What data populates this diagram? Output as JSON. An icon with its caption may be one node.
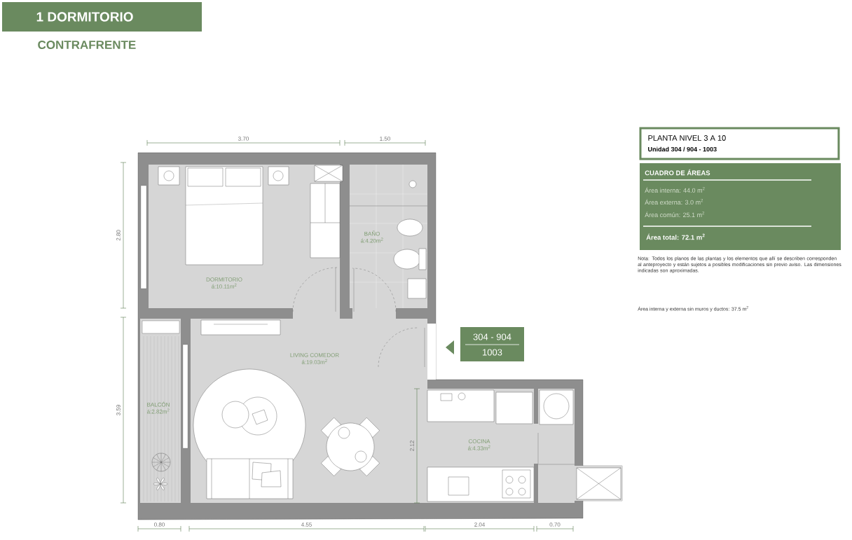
{
  "diagram": {
    "title": "1 DORMITORIO",
    "nodes": [
      {
        "text": [
          "PLANTA NIVEL 3 A 10",
          "Unidad 304 / 904 - 1003"
        ]
      },
      {
        "text": [
          "CUADRO DE ÁREAS",
          "Área interna: 44.0 m$^{2}$",
          "Área externa: 3.0 m$^{2}$",
          "Área común: 25.1 m$^{2}$",
          "Área total: 72.1 m$^{2}$"
        ]
      },
      {
        "text": [
          "DORMITORIO",
          "á:10.11m$^{2}$"
        ]
      },
      {
        "text": [
          "BAÑO",
          "á:4.20m$^{2}$"
        ]
      },
      {
        "text": [
          "LIVING COMEDOR",
          "á:19.03m$^{2}$"
        ]
      },
      {
        "text": [
          "BALCÓN",
          "á:2.82m$^{2}$"
        ]
      },
      {
        "text": [
          "COCINA",
          "á:4.33m$^{2}$"
        ]
      },
      {
        "text": [
          "304 - 904",
          "1003"
        ]
      }
    ],
    "labels": [
      "CONTRAFRENTE",
      "3.70",
      "1.50",
      "2.80",
      "3.59",
      "2.12",
      "0.80",
      "4.55",
      "2.04",
      "0.70",
      "Nota: Todos los planos de las plantas y los elementos que allí se describen corresponden al anteproyecto y están sujetos a posibles modificaciones sin previo aviso. Las dimensiones indicadas son aproximadas.",
      "Área interna y externa sin muros y ductos: 37.5 m$^{2}$"
    ]
  }
}
